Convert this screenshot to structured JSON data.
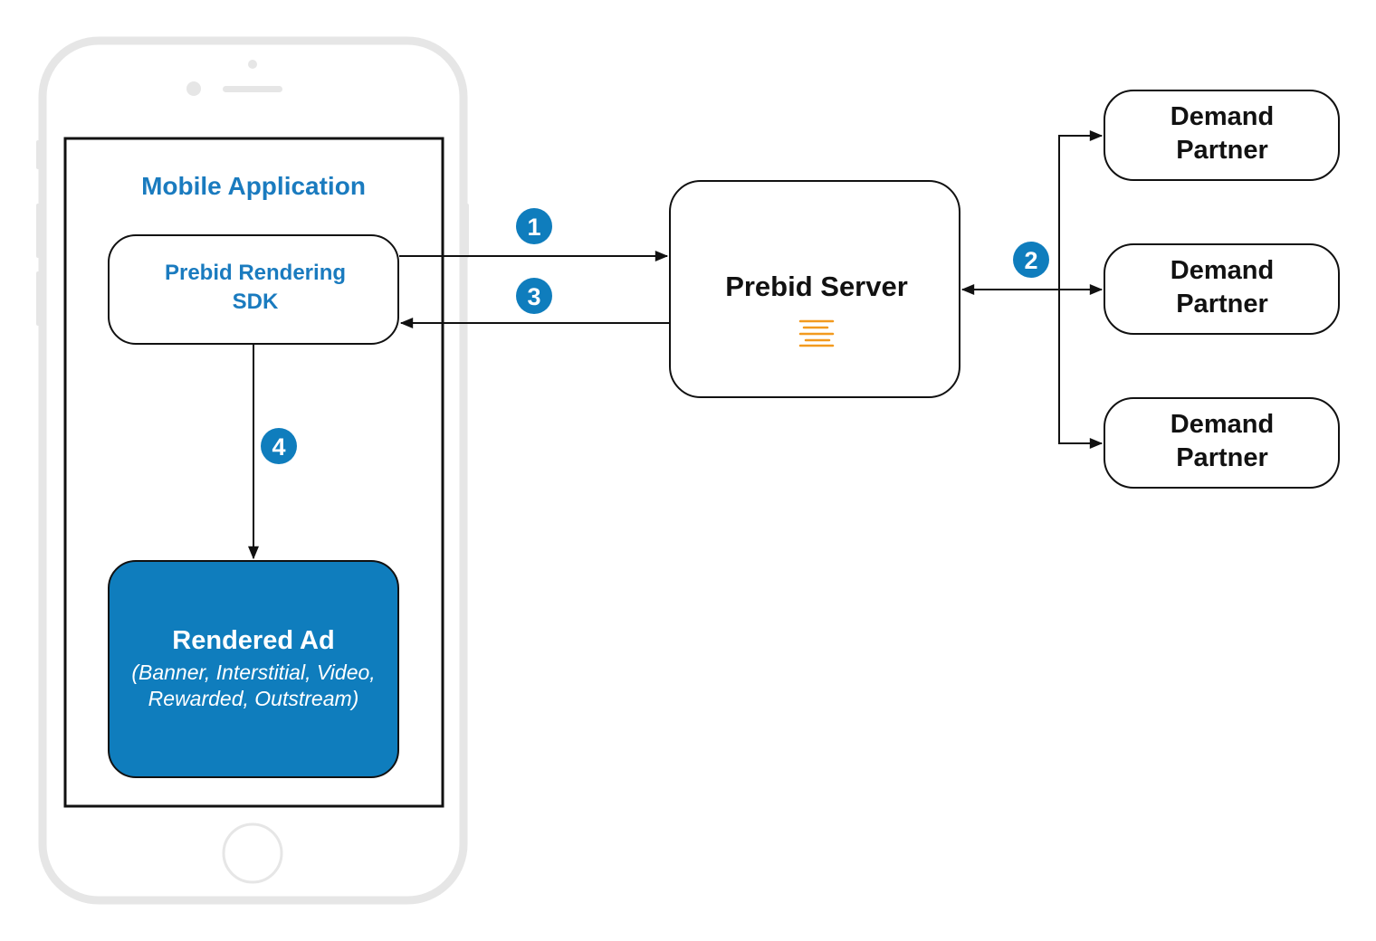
{
  "colors": {
    "accent_blue": "#0f7dbd",
    "text_blue": "#1a7bbf",
    "phone_frame": "#e6e6e6",
    "server_icon": "#f29a1f",
    "dark": "#111111"
  },
  "phone": {
    "app_title": "Mobile Application"
  },
  "sdk": {
    "line1": "Prebid Rendering",
    "line2": "SDK"
  },
  "rendered_ad": {
    "title": "Rendered Ad",
    "subtitle_line1": "(Banner, Interstitial, Video,",
    "subtitle_line2": "Rewarded, Outstream)"
  },
  "server": {
    "title": "Prebid Server",
    "icon": "prebid-server-icon"
  },
  "partners": [
    {
      "line1": "Demand",
      "line2": "Partner"
    },
    {
      "line1": "Demand",
      "line2": "Partner"
    },
    {
      "line1": "Demand",
      "line2": "Partner"
    }
  ],
  "steps": {
    "s1": "1",
    "s2": "2",
    "s3": "3",
    "s4": "4"
  }
}
